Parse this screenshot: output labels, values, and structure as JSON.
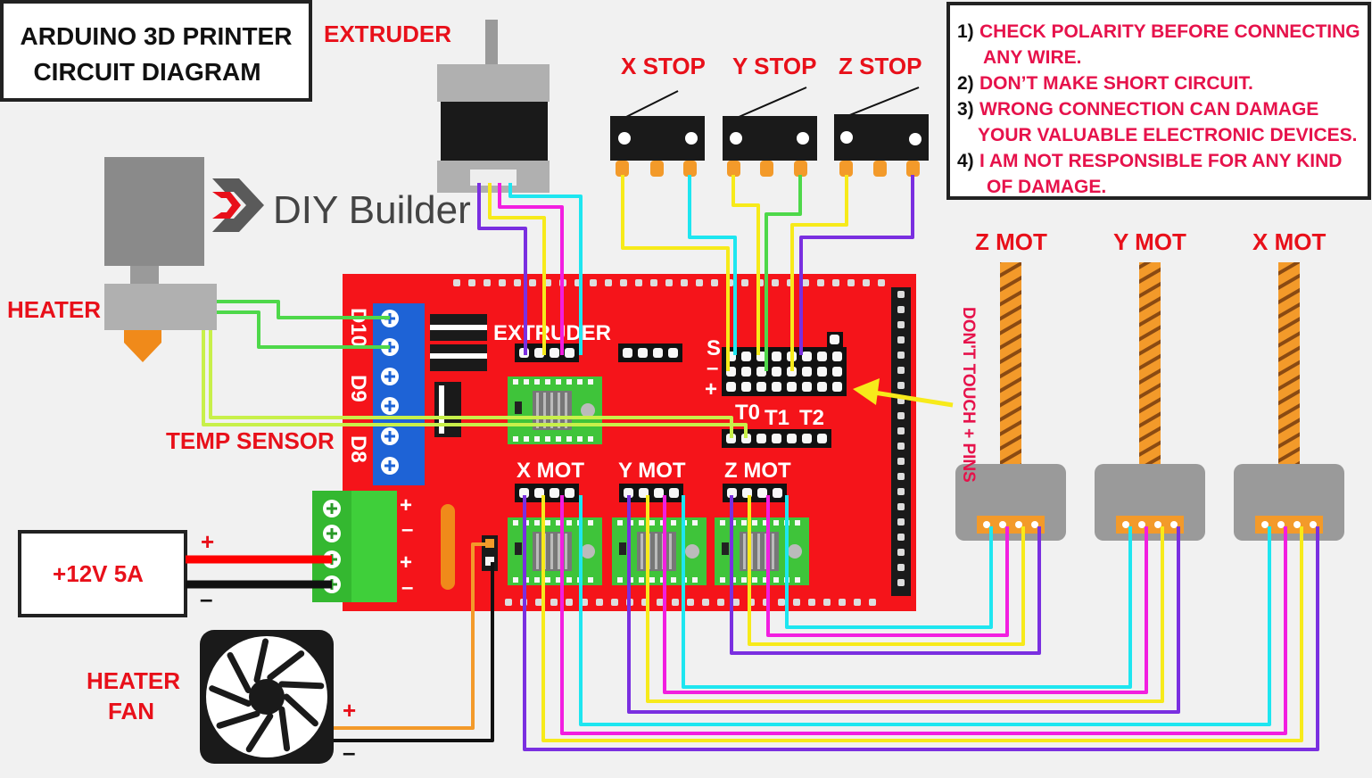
{
  "title": {
    "line1": "ARDUINO 3D PRINTER",
    "line2": "CIRCUIT DIAGRAM"
  },
  "brand": {
    "name": "DIY Builder"
  },
  "labels": {
    "extruder_top": "EXTRUDER",
    "x_stop": "X STOP",
    "y_stop": "Y STOP",
    "z_stop": "Z STOP",
    "heater": "HEATER",
    "temp_sensor": "TEMP SENSOR",
    "heater_fan_1": "HEATER",
    "heater_fan_2": "FAN",
    "psu": "+12V 5A",
    "z_mot_top": "Z MOT",
    "y_mot_top": "Y MOT",
    "x_mot_top": "X MOT",
    "dont_touch": "DON'T TOUCH + PINS"
  },
  "board": {
    "extruder": "EXTRUDER",
    "d10": "D10",
    "d9": "D9",
    "d8": "D8",
    "s": "S",
    "minus": "–",
    "plus": "+",
    "t0": "T0",
    "t1": "T1",
    "t2": "T2",
    "x_mot": "X MOT",
    "y_mot": "Y MOT",
    "z_mot": "Z MOT",
    "pwr_plus1": "+",
    "pwr_minus1": "–",
    "pwr_plus2": "+",
    "pwr_minus2": "–"
  },
  "psu_plus": "+",
  "psu_minus": "–",
  "fan_plus": "+",
  "fan_minus": "–",
  "notes": [
    {
      "num": "1)",
      "lines": [
        "CHECK POLARITY BEFORE CONNECTING",
        "ANY WIRE."
      ]
    },
    {
      "num": "2)",
      "lines": [
        "DON’T MAKE SHORT CIRCUIT."
      ]
    },
    {
      "num": "3)",
      "lines": [
        "WRONG CONNECTION CAN DAMAGE",
        "YOUR VALUABLE ELECTRONIC DEVICES."
      ]
    },
    {
      "num": "4)",
      "lines": [
        "I AM NOT RESPONSIBLE FOR ANY KIND",
        "OF DAMAGE."
      ]
    }
  ],
  "colors": {
    "board": "#f5141a",
    "terminal_blue": "#1e63d6",
    "terminal_green": "#3fcf3a",
    "driver_green": "#3fc43a",
    "wire_purple": "#7a2fe0",
    "wire_yellow": "#f7ea1a",
    "wire_magenta": "#f21ee0",
    "wire_cyan": "#1ee6f0",
    "wire_green": "#4ed84a",
    "wire_lightgreen": "#c8f04a",
    "wire_orange": "#f39a2a",
    "wire_red": "#ff0000",
    "wire_black": "#111111",
    "label_red": "#e8101a",
    "note_pink": "#e6124b"
  }
}
